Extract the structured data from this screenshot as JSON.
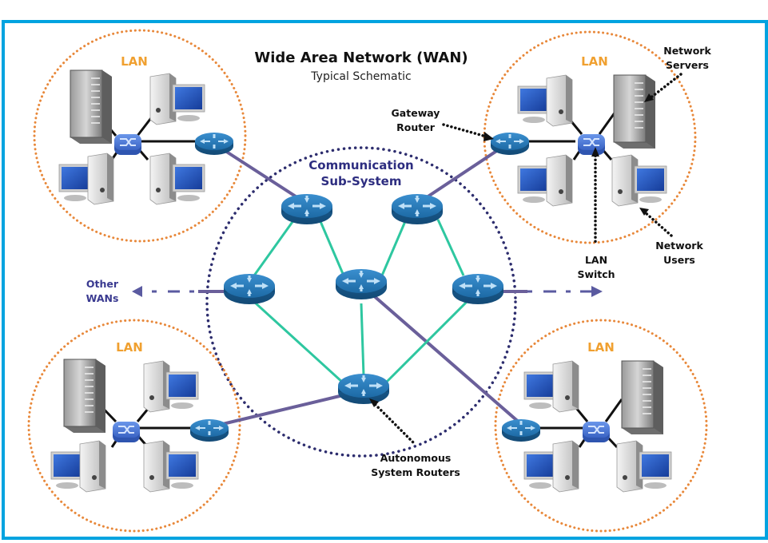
{
  "title": "Wide Area Network (WAN)",
  "subtitle": "Typical Schematic",
  "colors": {
    "frame": "#00a3e0",
    "lan_circle": "#e8883a",
    "lan_label": "#f0a030",
    "comm_circle": "#2d2d6e",
    "comm_label": "#2d2d80",
    "mesh_link": "#2ec7a0",
    "wan_link": "#6a5f9a",
    "router": "#1f6fa8",
    "switch": "#4a78d8",
    "monitor_screen": "#1e4fb8"
  },
  "lans": [
    {
      "id": "lan-top-left",
      "label": "LAN"
    },
    {
      "id": "lan-top-right",
      "label": "LAN"
    },
    {
      "id": "lan-bottom-left",
      "label": "LAN"
    },
    {
      "id": "lan-bottom-right",
      "label": "LAN"
    }
  ],
  "communication_subsystem": {
    "label_line1": "Communication",
    "label_line2": "Sub-System"
  },
  "annotations": {
    "gateway_router": [
      "Gateway",
      "Router"
    ],
    "network_servers": [
      "Network",
      "Servers"
    ],
    "network_users": [
      "Network",
      "Users"
    ],
    "lan_switch": [
      "LAN",
      "Switch"
    ],
    "autonomous_routers": [
      "Autonomous",
      "System Routers"
    ],
    "other_wans": [
      "Other",
      "WANs"
    ]
  }
}
